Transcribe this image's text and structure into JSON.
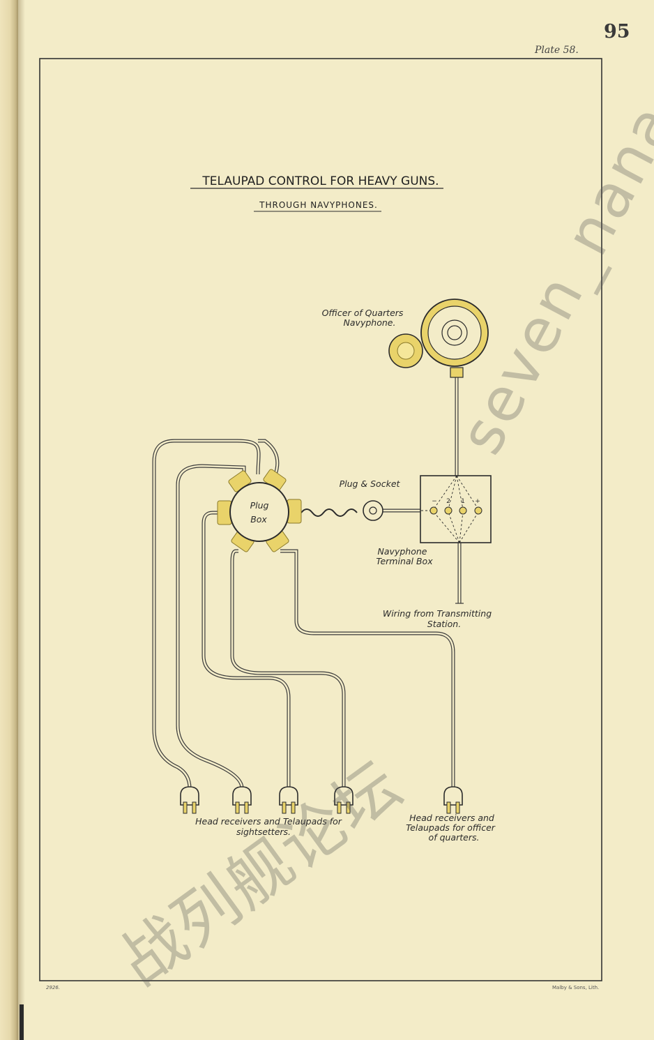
{
  "page": {
    "page_number": "95",
    "plate": "Plate 58.",
    "print_code": "2926.",
    "printer": "Malby & Sons, Lith."
  },
  "diagram": {
    "title": "TELAUPAD CONTROL FOR HEAVY GUNS.",
    "subtitle": "THROUGH NAVYPHONES.",
    "labels": {
      "officer_line1": "Officer of Quarters",
      "officer_line2": "Navyphone.",
      "plug_socket": "Plug & Socket",
      "plug_box_line1": "Plug",
      "plug_box_line2": "Box",
      "terminal_line1": "Navyphone",
      "terminal_line2": "Terminal Box",
      "wiring_line1": "Wiring from Transmitting",
      "wiring_line2": "Station.",
      "sightsetters_line1": "Head receivers and Telaupads for",
      "sightsetters_line2": "sightsetters.",
      "officer_head_line1": "Head receivers and",
      "officer_head_line2": "Telaupads for officer",
      "officer_head_line3": "of quarters."
    },
    "terminals": [
      "−",
      "2",
      "1",
      "+"
    ]
  },
  "watermarks": {
    "english": "seven_nana",
    "chinese": "战列舰论坛"
  },
  "colors": {
    "paper": "#f3ecc8",
    "ink": "#2b2b2b",
    "brass": "#e9d36a"
  }
}
